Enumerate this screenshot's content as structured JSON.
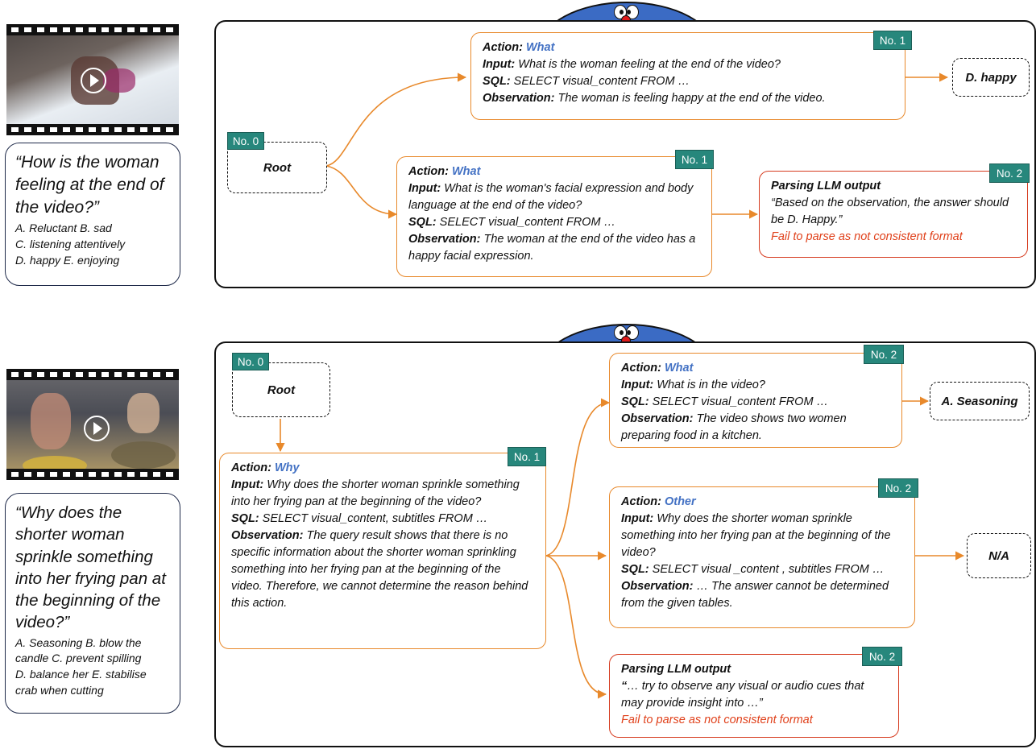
{
  "examples": [
    {
      "question": "“How is the woman feeling at the end of the video?”",
      "options": [
        "A. Reluctant B. sad",
        "C. listening attentively",
        "D. happy E. enjoying"
      ],
      "root": {
        "badge": "No. 0",
        "label": "Root"
      },
      "nodes": [
        {
          "badge": "No. 1",
          "action_label": "Action:",
          "action": "What",
          "input_label": "Input:",
          "input": "What is the woman feeling at the end of the video?",
          "sql_label": "SQL:",
          "sql": "SELECT visual_content FROM …",
          "obs_label": "Observation:",
          "obs": "The woman is feeling happy at the end of the video."
        },
        {
          "badge": "No. 1",
          "action_label": "Action:",
          "action": "What",
          "input_label": "Input:",
          "input": "What is the woman's facial expression and body language at the end of the video?",
          "sql_label": "SQL:",
          "sql": "SELECT visual_content FROM …",
          "obs_label": "Observation:",
          "obs": "The woman at the end of the video has a happy facial expression."
        }
      ],
      "parse": {
        "badge": "No. 2",
        "title": "Parsing LLM output",
        "quote": "“Based on the observation, the answer should be D. Happy.”",
        "error": "Fail to parse as not consistent format"
      },
      "answer": "D. happy"
    },
    {
      "question": "“Why does the shorter woman sprinkle something into her frying pan at the beginning of the video?”",
      "options": [
        "A. Seasoning B. blow the",
        "candle C. prevent spilling",
        "D. balance her E. stabilise",
        "crab when cutting"
      ],
      "root": {
        "badge": "No. 0",
        "label": "Root"
      },
      "nodes": [
        {
          "badge": "No. 1",
          "action_label": "Action:",
          "action": "Why",
          "input_label": "Input:",
          "input": "Why does the shorter woman sprinkle something into her frying pan at the beginning of the video?",
          "sql_label": "SQL:",
          "sql": "SELECT visual_content, subtitles FROM …",
          "obs_label": "Observation:",
          "obs": "The query result shows that there is no specific information about the shorter woman sprinkling something into her frying pan at the beginning of the video. Therefore, we cannot determine the reason behind this action."
        },
        {
          "badge": "No. 2",
          "action_label": "Action:",
          "action": "What",
          "input_label": "Input:",
          "input": "What is in the video?",
          "sql_label": "SQL:",
          "sql": "SELECT visual_content FROM …",
          "obs_label": "Observation:",
          "obs": "The video shows two women preparing food in a kitchen."
        },
        {
          "badge": "No. 2",
          "action_label": "Action:",
          "action": "Other",
          "input_label": "Input:",
          "input": "Why does the shorter woman sprinkle something into her frying pan at the beginning of the video?",
          "sql_label": "SQL:",
          "sql": "SELECT visual _content , subtitles FROM …",
          "obs_label": "Observation:",
          "obs": "… The answer cannot be determined from the given tables."
        }
      ],
      "parse": {
        "badge": "No. 2",
        "title": "Parsing LLM output",
        "quote_mark": "“",
        "quote": "… try to observe any visual or audio cues that may provide insight into …”",
        "error": "Fail to parse as not consistent format"
      },
      "answers": [
        "A. Seasoning",
        "N/A"
      ]
    }
  ],
  "colors": {
    "edge": "#e8892b",
    "badge": "#27877c",
    "action": "#4472c4",
    "error": "#e0401a",
    "mascot": "#3b6bc4"
  },
  "icons": [
    "play-icon",
    "mascot-icon"
  ]
}
